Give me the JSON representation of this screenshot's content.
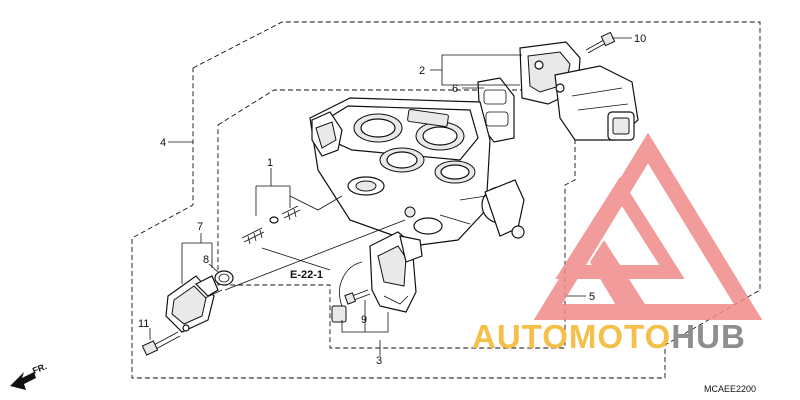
{
  "diagram": {
    "callouts": [
      {
        "id": "1",
        "text": "1"
      },
      {
        "id": "2",
        "text": "2"
      },
      {
        "id": "3",
        "text": "3"
      },
      {
        "id": "4",
        "text": "4"
      },
      {
        "id": "5",
        "text": "5"
      },
      {
        "id": "6",
        "text": "6"
      },
      {
        "id": "7",
        "text": "7"
      },
      {
        "id": "8",
        "text": "8"
      },
      {
        "id": "9",
        "text": "9"
      },
      {
        "id": "10",
        "text": "10"
      },
      {
        "id": "11",
        "text": "11"
      }
    ],
    "reference_label": "E-22-1",
    "direction_label": "FR.",
    "diagram_code": "MCAEE2200"
  },
  "watermark": {
    "word_part_1": "AUTOMOTO",
    "word_part_2": "HUB",
    "color_part_1": "#f5c04a",
    "color_part_2": "#8e8e8e",
    "logo_color": "#f08a8a"
  }
}
